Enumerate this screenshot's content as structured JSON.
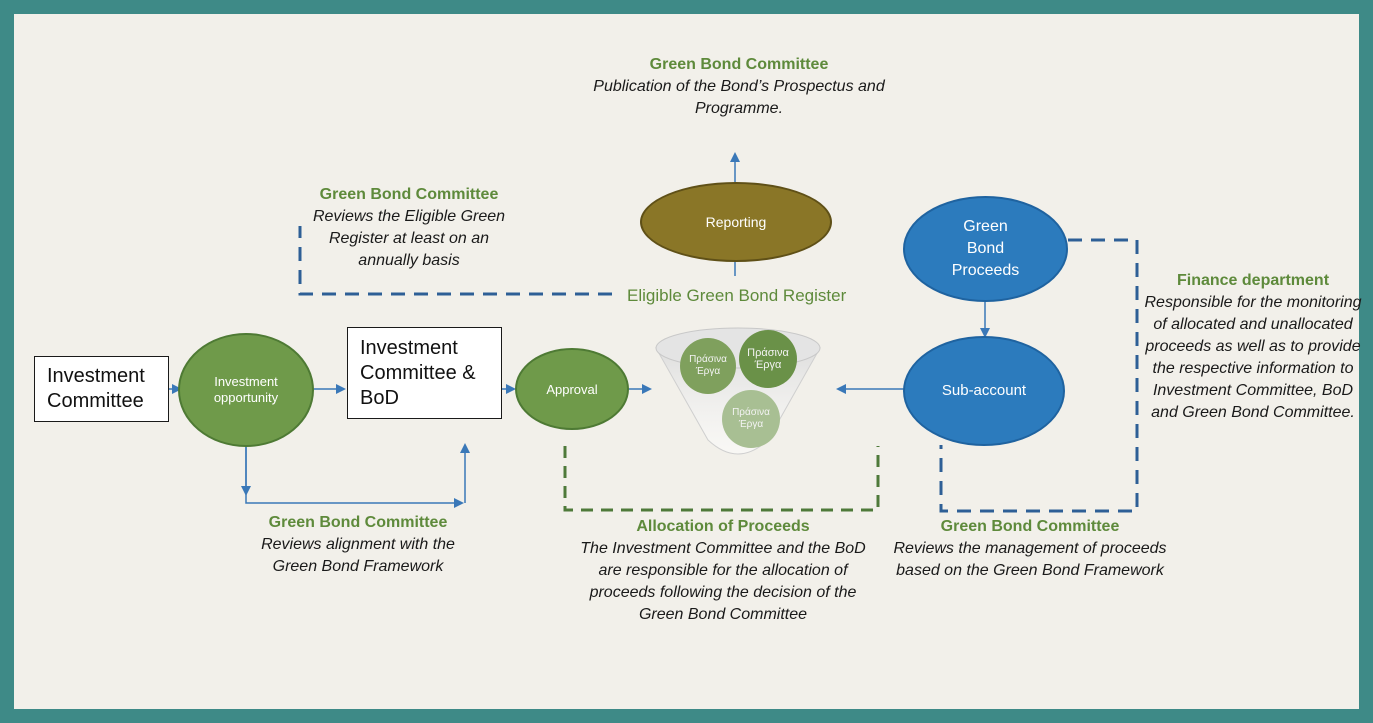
{
  "colors": {
    "frame": "#3e8a87",
    "green_node": "#6f9a4a",
    "blue_node": "#2c7bbd",
    "olive_node": "#8a7627",
    "heading_green": "#5e8a3b",
    "connector_blue": "#3a78b8",
    "dashed_blue": "#2e5f96",
    "dashed_green": "#4f7a3a"
  },
  "nodes": {
    "investment_committee": "Investment Committee",
    "investment_opportunity": "Investment opportunity",
    "ic_bod": "Investment Committee & BoD",
    "approval": "Approval",
    "reporting": "Reporting",
    "green_bond_proceeds": "Green Bond Proceeds",
    "sub_account": "Sub-account"
  },
  "register": {
    "title": "Eligible Green Bond Register",
    "items": [
      "Πράσινα Έργα",
      "Πράσινα Έργα",
      "Πράσινα Έργα"
    ]
  },
  "notes": {
    "top": {
      "heading": "Green Bond Committee",
      "body": "Publication of the Bond’s Prospectus and Programme."
    },
    "left_review": {
      "heading": "Green Bond Committee",
      "body": "Reviews the Eligible Green Register at least on an annually basis"
    },
    "alignment": {
      "heading": "Green Bond Committee",
      "body": "Reviews alignment with the Green Bond Framework"
    },
    "allocation": {
      "heading": "Allocation of Proceeds",
      "body": "The Investment Committee and the BoD are responsible for the allocation of proceeds following the decision of the Green Bond Committee"
    },
    "management": {
      "heading": "Green Bond Committee",
      "body": "Reviews the management of proceeds based on the Green Bond Framework"
    },
    "finance": {
      "heading": "Finance department",
      "body": "Responsible for the monitoring of allocated and unallocated proceeds as well as to provide the respective information to Investment Committee, BoD and Green Bond Committee."
    }
  }
}
